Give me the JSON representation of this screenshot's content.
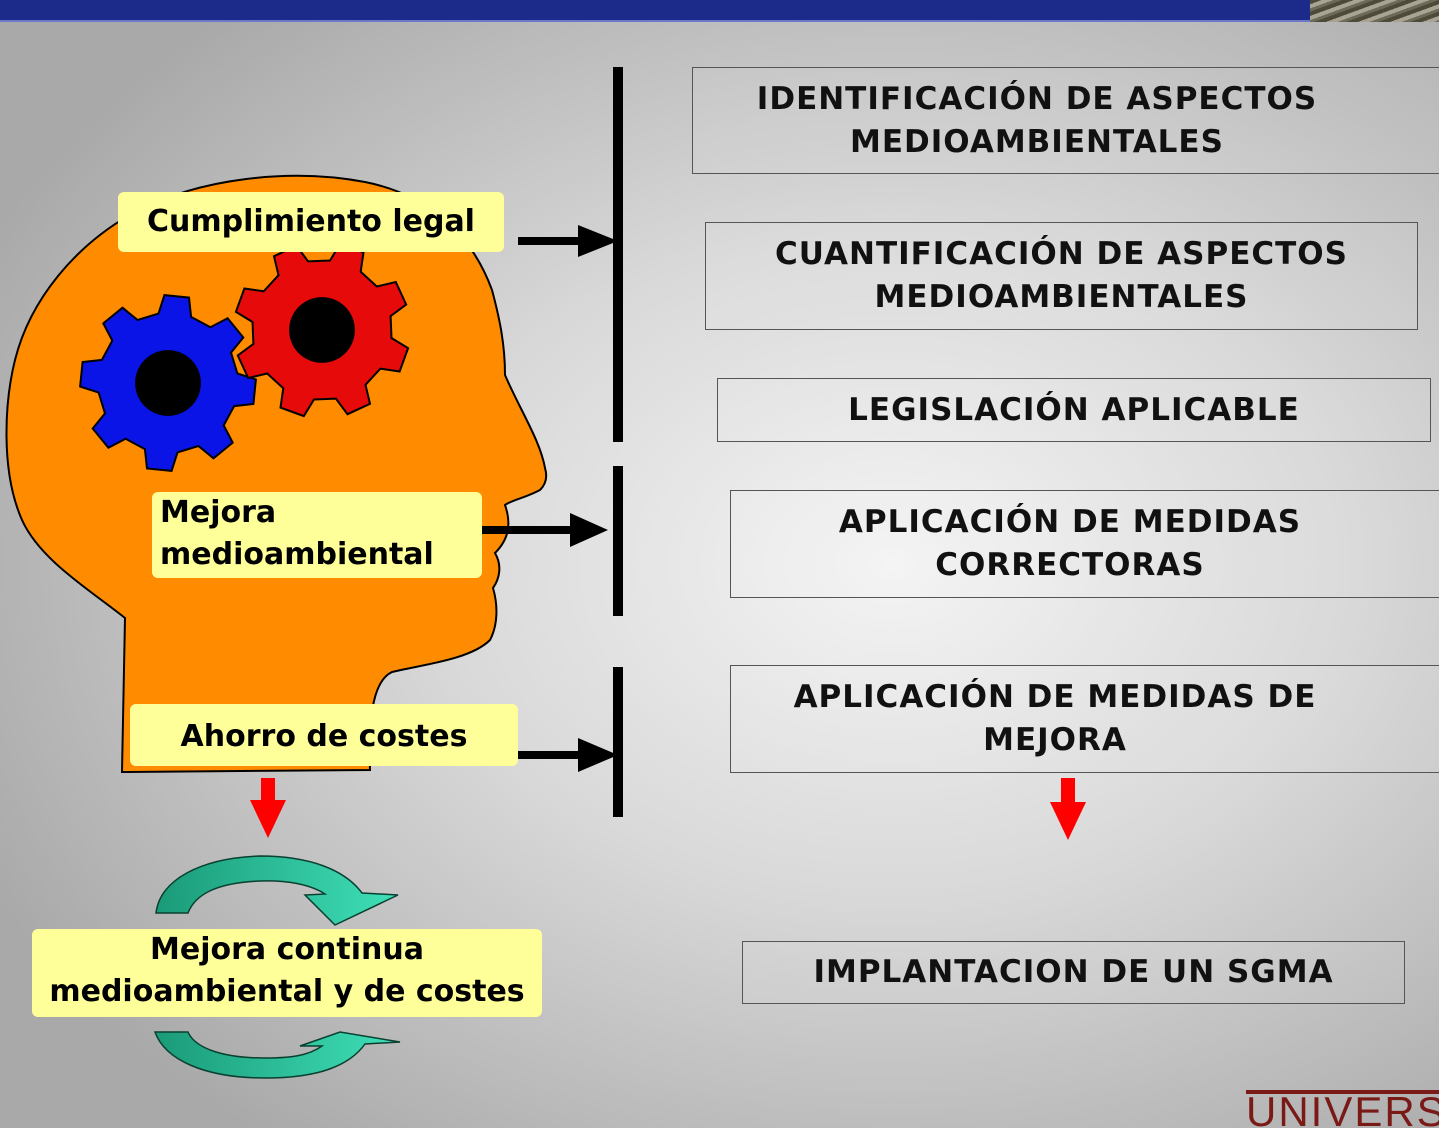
{
  "labels": {
    "cumplimiento": "Cumplimiento legal",
    "mejora_line1": "Mejora",
    "mejora_line2": "medioambiental",
    "ahorro": "Ahorro de costes",
    "continua_line1": "Mejora continua",
    "continua_line2": "medioambiental y de costes"
  },
  "boxes": {
    "identificacion_line1": "IDENTIFICACIÓN DE ASPECTOS",
    "identificacion_line2": "MEDIOAMBIENTALES",
    "cuantificacion_line1": "CUANTIFICACIÓN DE ASPECTOS",
    "cuantificacion_line2": "MEDIOAMBIENTALES",
    "legislacion": "LEGISLACIÓN APLICABLE",
    "correctoras_line1": "APLICACIÓN DE MEDIDAS",
    "correctoras_line2": "CORRECTORAS",
    "mejora_line1": "APLICACIÓN DE MEDIDAS DE",
    "mejora_line2": "MEJORA",
    "sgma": "IMPLANTACION DE UN SGMA"
  },
  "logo": {
    "text": "UNIVERS"
  },
  "colors": {
    "head": "#ff8c00",
    "gear_blue": "#0a14e6",
    "gear_red": "#e60a0a",
    "label_bg": "#ffff99",
    "cycle_arrow": "#2fc8a0",
    "down_arrow": "#ff0000",
    "top_bar": "#1c2a8a"
  },
  "icons": [
    "head-silhouette-icon",
    "blue-gear-icon",
    "red-gear-icon",
    "cycle-arrow-icon",
    "down-arrow-icon",
    "right-arrow-icon"
  ]
}
